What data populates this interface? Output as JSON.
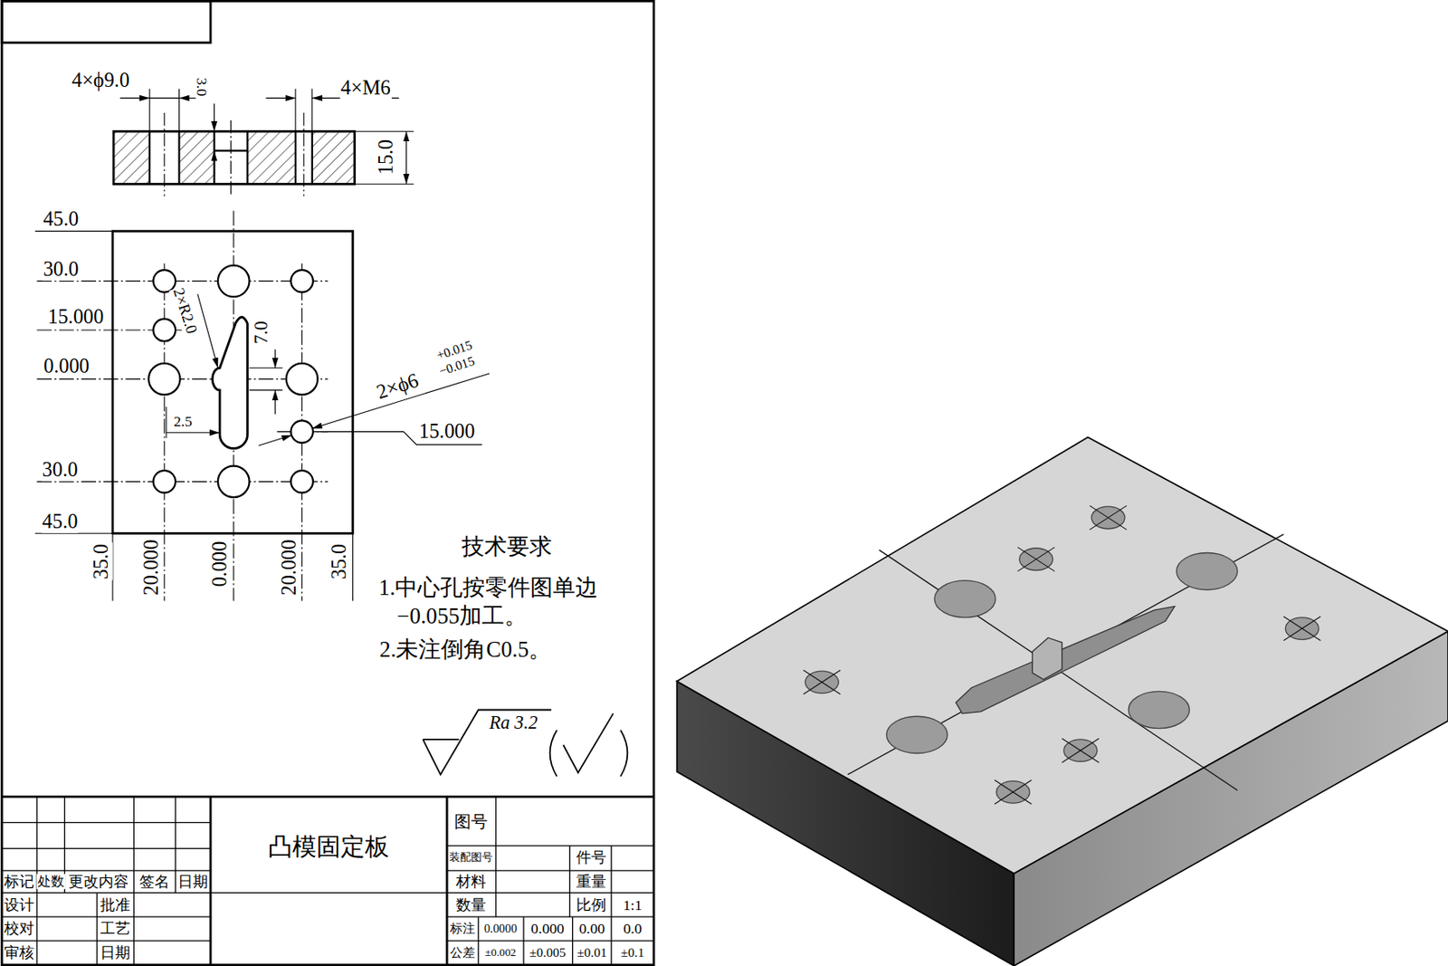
{
  "diagram": {
    "title": "凸模固定板",
    "labels": [
      "4×ϕ9.0",
      "3.0",
      "4×M6",
      "15.0",
      "45.0",
      "30.0",
      "15.000",
      "0.000",
      "30.0",
      "45.0",
      "2×R2.0",
      "7.0",
      "2×ϕ6",
      "+0.015",
      "−0.015",
      "2.5",
      "15.000",
      "35.0",
      "20.000",
      "0.000",
      "20.000",
      "35.0",
      "技术要求",
      "1.中心孔按零件图单边 −0.055加工。",
      "2.未注倒角C0.5。",
      "Ra 3.2",
      "标记",
      "处数",
      "更改内容",
      "签名",
      "日期",
      "设计",
      "批准",
      "校对",
      "工艺",
      "审核",
      "日期",
      "图号",
      "装配图号",
      "件号",
      "材料",
      "重量",
      "数量",
      "比例",
      "1:1",
      "标注",
      "0.0000",
      "0.000",
      "0.00",
      "0.0",
      "公差",
      "±0.002",
      "±0.005",
      "±0.01",
      "±0.1"
    ]
  }
}
